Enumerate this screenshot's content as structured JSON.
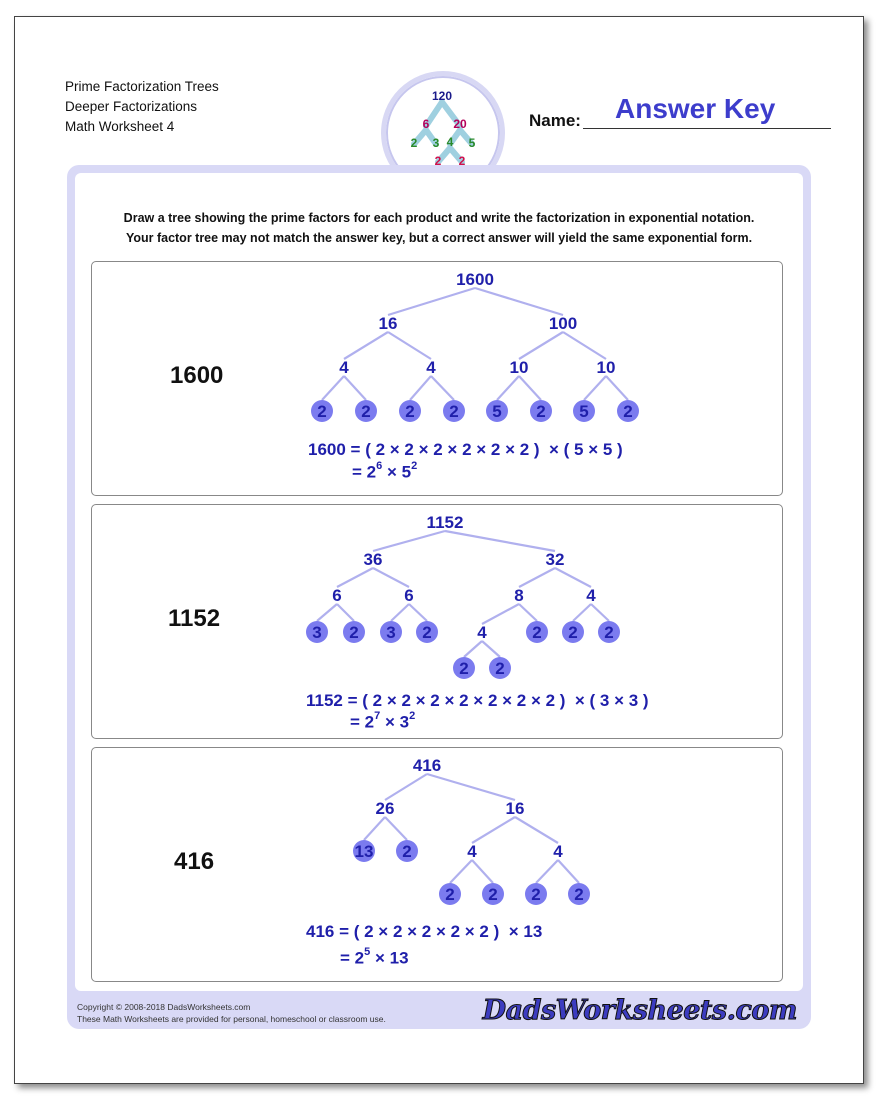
{
  "header": {
    "line1": "Prime Factorization Trees",
    "line2": "Deeper Factorizations",
    "line3": "Math Worksheet 4",
    "name_label": "Name:",
    "answer_key": "Answer Key"
  },
  "logo": {
    "nodes": [
      {
        "label": "120",
        "color": "#1a1a8a"
      },
      {
        "label": "6",
        "color": "#b5005a"
      },
      {
        "label": "20",
        "color": "#b5005a"
      },
      {
        "label": "2",
        "color": "#2a8a2a"
      },
      {
        "label": "3",
        "color": "#2a8a2a"
      },
      {
        "label": "4",
        "color": "#2a8a2a"
      },
      {
        "label": "5",
        "color": "#2a8a2a"
      },
      {
        "label": "2",
        "color": "#d0104c"
      },
      {
        "label": "2",
        "color": "#d0104c"
      }
    ]
  },
  "instructions": {
    "line1": "Draw a tree showing the prime factors for each product and write the factorization in exponential notation.",
    "line2": "Your factor tree may not match the answer key, but a correct answer will yield the same exponential form."
  },
  "colors": {
    "node_text": "#1f1faa",
    "leaf_fill": "#7b7bef",
    "edge": "#b0b0ee"
  },
  "problems": [
    {
      "number": "1600",
      "nodes": [
        {
          "label": "1600",
          "prime": false
        },
        {
          "label": "16",
          "prime": false
        },
        {
          "label": "100",
          "prime": false
        },
        {
          "label": "4",
          "prime": false
        },
        {
          "label": "4",
          "prime": false
        },
        {
          "label": "10",
          "prime": false
        },
        {
          "label": "10",
          "prime": false
        },
        {
          "label": "2",
          "prime": true
        },
        {
          "label": "2",
          "prime": true
        },
        {
          "label": "2",
          "prime": true
        },
        {
          "label": "2",
          "prime": true
        },
        {
          "label": "5",
          "prime": true
        },
        {
          "label": "2",
          "prime": true
        },
        {
          "label": "5",
          "prime": true
        },
        {
          "label": "2",
          "prime": true
        }
      ],
      "equation_line1": "1600 = ( 2 × 2 × 2 × 2 × 2 × 2 )  × ( 5 × 5 )",
      "line2": {
        "prefix": "= ",
        "factors": [
          {
            "base": "2",
            "exp": "6"
          },
          {
            "base": "5",
            "exp": "2"
          }
        ]
      }
    },
    {
      "number": "1152",
      "nodes": [
        {
          "label": "1152",
          "prime": false
        },
        {
          "label": "36",
          "prime": false
        },
        {
          "label": "32",
          "prime": false
        },
        {
          "label": "6",
          "prime": false
        },
        {
          "label": "6",
          "prime": false
        },
        {
          "label": "8",
          "prime": false
        },
        {
          "label": "4",
          "prime": false
        },
        {
          "label": "3",
          "prime": true
        },
        {
          "label": "2",
          "prime": true
        },
        {
          "label": "3",
          "prime": true
        },
        {
          "label": "2",
          "prime": true
        },
        {
          "label": "4",
          "prime": false
        },
        {
          "label": "2",
          "prime": true
        },
        {
          "label": "2",
          "prime": true
        },
        {
          "label": "2",
          "prime": true
        },
        {
          "label": "2",
          "prime": true
        },
        {
          "label": "2",
          "prime": true
        }
      ],
      "equation_line1": "1152 = ( 2 × 2 × 2 × 2 × 2 × 2 × 2 )  × ( 3 × 3 )",
      "line2": {
        "prefix": "= ",
        "factors": [
          {
            "base": "2",
            "exp": "7"
          },
          {
            "base": "3",
            "exp": "2"
          }
        ]
      }
    },
    {
      "number": "416",
      "nodes": [
        {
          "label": "416",
          "prime": false
        },
        {
          "label": "26",
          "prime": false
        },
        {
          "label": "16",
          "prime": false
        },
        {
          "label": "13",
          "prime": true
        },
        {
          "label": "2",
          "prime": true
        },
        {
          "label": "4",
          "prime": false
        },
        {
          "label": "4",
          "prime": false
        },
        {
          "label": "2",
          "prime": true
        },
        {
          "label": "2",
          "prime": true
        },
        {
          "label": "2",
          "prime": true
        },
        {
          "label": "2",
          "prime": true
        }
      ],
      "equation_line1": "416 = ( 2 × 2 × 2 × 2 × 2 )  × 13",
      "line2": {
        "prefix": "= ",
        "factors": [
          {
            "base": "2",
            "exp": "5"
          },
          {
            "base": "13",
            "exp": ""
          }
        ]
      }
    }
  ],
  "footer": {
    "copyright": "Copyright © 2008-2018 DadsWorksheets.com",
    "notice": "These Math Worksheets are provided for personal, homeschool or classroom use.",
    "brand": "DadsWorksheets.com"
  }
}
